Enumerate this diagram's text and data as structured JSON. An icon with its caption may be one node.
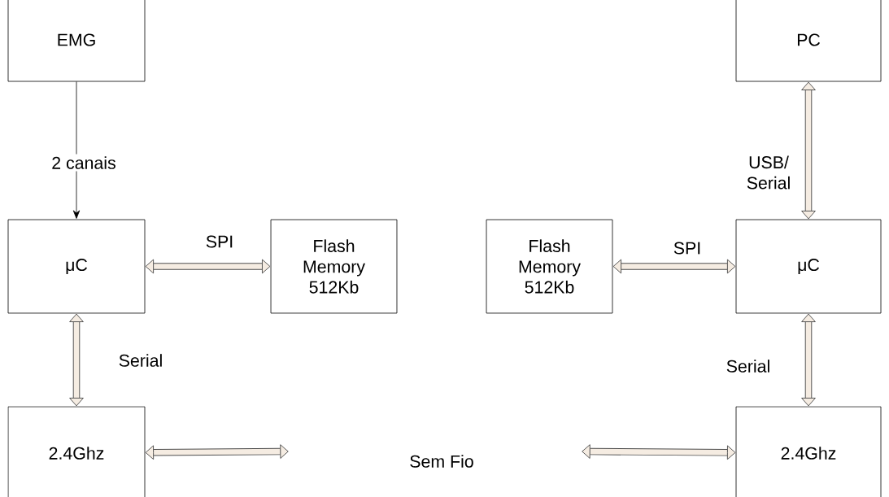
{
  "diagram": {
    "nodes": [
      {
        "text": [
          "EMG"
        ]
      },
      {
        "text": [
          "PC"
        ]
      },
      {
        "text": [
          "μC"
        ]
      },
      {
        "text": [
          "Flash Memory 512Kb"
        ]
      },
      {
        "text": [
          "Flash Memory 512Kb"
        ]
      },
      {
        "text": [
          "μC"
        ]
      },
      {
        "text": [
          "2.4Ghz"
        ]
      },
      {
        "text": [
          "2.4Ghz"
        ]
      }
    ],
    "edges": [
      {
        "from": 0,
        "to": 2,
        "arrow": "to",
        "label": "2 canais"
      },
      {
        "from": 1,
        "to": 5,
        "arrow": "both"
      },
      {
        "from": 2,
        "to": 3,
        "arrow": "both"
      },
      {
        "from": 4,
        "to": 5,
        "arrow": "both"
      },
      {
        "from": 2,
        "to": 6,
        "arrow": "both"
      },
      {
        "from": 5,
        "to": 7,
        "arrow": "both"
      },
      {
        "from": 6,
        "to": null,
        "arrow": "both"
      },
      {
        "from": null,
        "to": 7,
        "arrow": "both"
      }
    ],
    "labels": [
      "USB/ Serial",
      "SPI",
      "SPI",
      "Serial",
      "Serial",
      "Sem Fio"
    ]
  }
}
